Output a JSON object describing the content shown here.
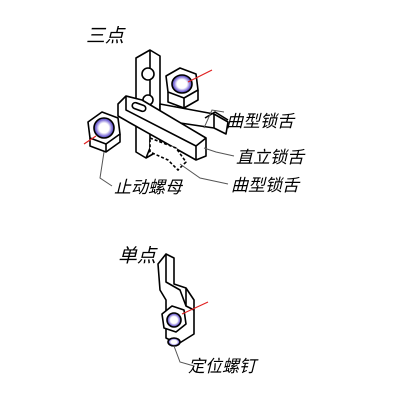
{
  "sections": {
    "multi_point": "三点",
    "single_point": "单点"
  },
  "callouts": {
    "curved_tongue_upper": "曲型锁舌",
    "straight_tongue": "直立锁舌",
    "curved_tongue_lower": "曲型锁舌",
    "stop_nut": "止动螺母",
    "locating_screw": "定位螺钉"
  },
  "colors": {
    "line": "#000000",
    "nut_highlight": "#7b6cd8",
    "nut_core": "#ffffff",
    "axis_red": "#e02020",
    "leader_gray": "#555555"
  }
}
